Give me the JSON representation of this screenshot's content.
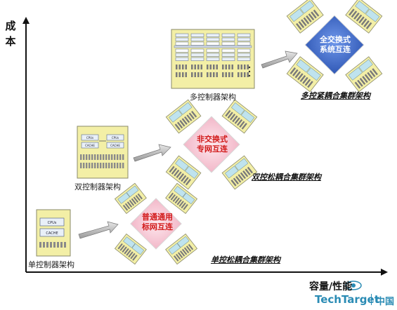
{
  "axes": {
    "y_label": "成本",
    "x_label": "容量/性能"
  },
  "architectures": [
    {
      "id": "single",
      "label": "单控制器架构",
      "cluster_title": "单控松耦合集群架构",
      "interconnect": "普通通用标网互连",
      "interconnect_lines": [
        "普通通用",
        "标网互连"
      ],
      "interconnect_color": "#d21b1b"
    },
    {
      "id": "dual",
      "label": "双控制器架构",
      "cluster_title": "双控松耦合集群架构",
      "interconnect": "非交换式专网互连",
      "interconnect_lines": [
        "非交换式",
        "专网互连"
      ],
      "interconnect_color": "#d21b1b"
    },
    {
      "id": "multi",
      "label": "多控制器架构",
      "cluster_title": "多控紧耦合集群架构",
      "interconnect": "全交换式系统互连",
      "interconnect_lines": [
        "全交换式",
        "系统互连"
      ],
      "interconnect_color": "#ffffff"
    }
  ],
  "board_text": {
    "cpu": "CPUs",
    "cache": "CACHE"
  },
  "brand": {
    "name": "TechTarget",
    "region": "中国"
  },
  "colors": {
    "axis": "#111111",
    "board_fill": "#f3efa6",
    "board_border": "#8a8a6a",
    "arrow_fill": "#c8c8c8",
    "hub_pink": "#f7c9d6",
    "hub_blue": "#3b69c9",
    "brand": "#2a8bb4"
  }
}
